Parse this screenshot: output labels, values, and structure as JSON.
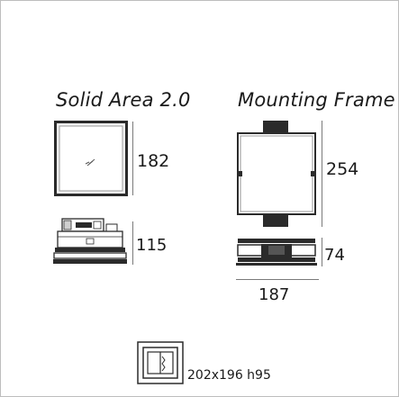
{
  "solid_area": {
    "title": "Solid Area 2.0",
    "front_dimension": "182",
    "side_dimension": "115"
  },
  "mounting_frame": {
    "title": "Mounting Frame",
    "front_dimension": "254",
    "side_dimension": "74",
    "width_dimension": "187"
  },
  "cutout": {
    "dimensions": "202x196 h95"
  }
}
